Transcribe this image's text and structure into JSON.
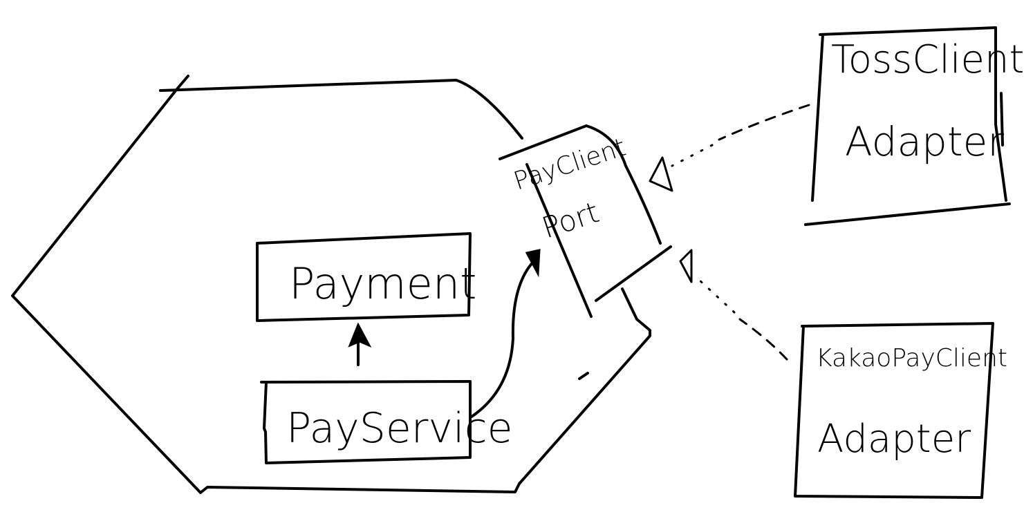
{
  "diagram": {
    "nodes": {
      "payment": {
        "label": "Payment"
      },
      "pay_service": {
        "label": "PayService"
      },
      "pay_client_port": {
        "label_line1": "PayClient",
        "label_line2": "Port"
      },
      "toss_adapter": {
        "label_line1": "TossClient",
        "label_line2": "Adapter"
      },
      "kakao_adapter": {
        "label_line1": "KakaoPayClient",
        "label_line2": "Adapter"
      }
    },
    "edges": [
      {
        "from": "pay_service",
        "to": "payment",
        "style": "solid-arrow"
      },
      {
        "from": "pay_service",
        "to": "pay_client_port",
        "style": "solid-arrow"
      },
      {
        "from": "toss_adapter",
        "to": "pay_client_port",
        "style": "dashed-hollow-triangle"
      },
      {
        "from": "kakao_adapter",
        "to": "pay_client_port",
        "style": "dashed-hollow-triangle"
      }
    ]
  }
}
